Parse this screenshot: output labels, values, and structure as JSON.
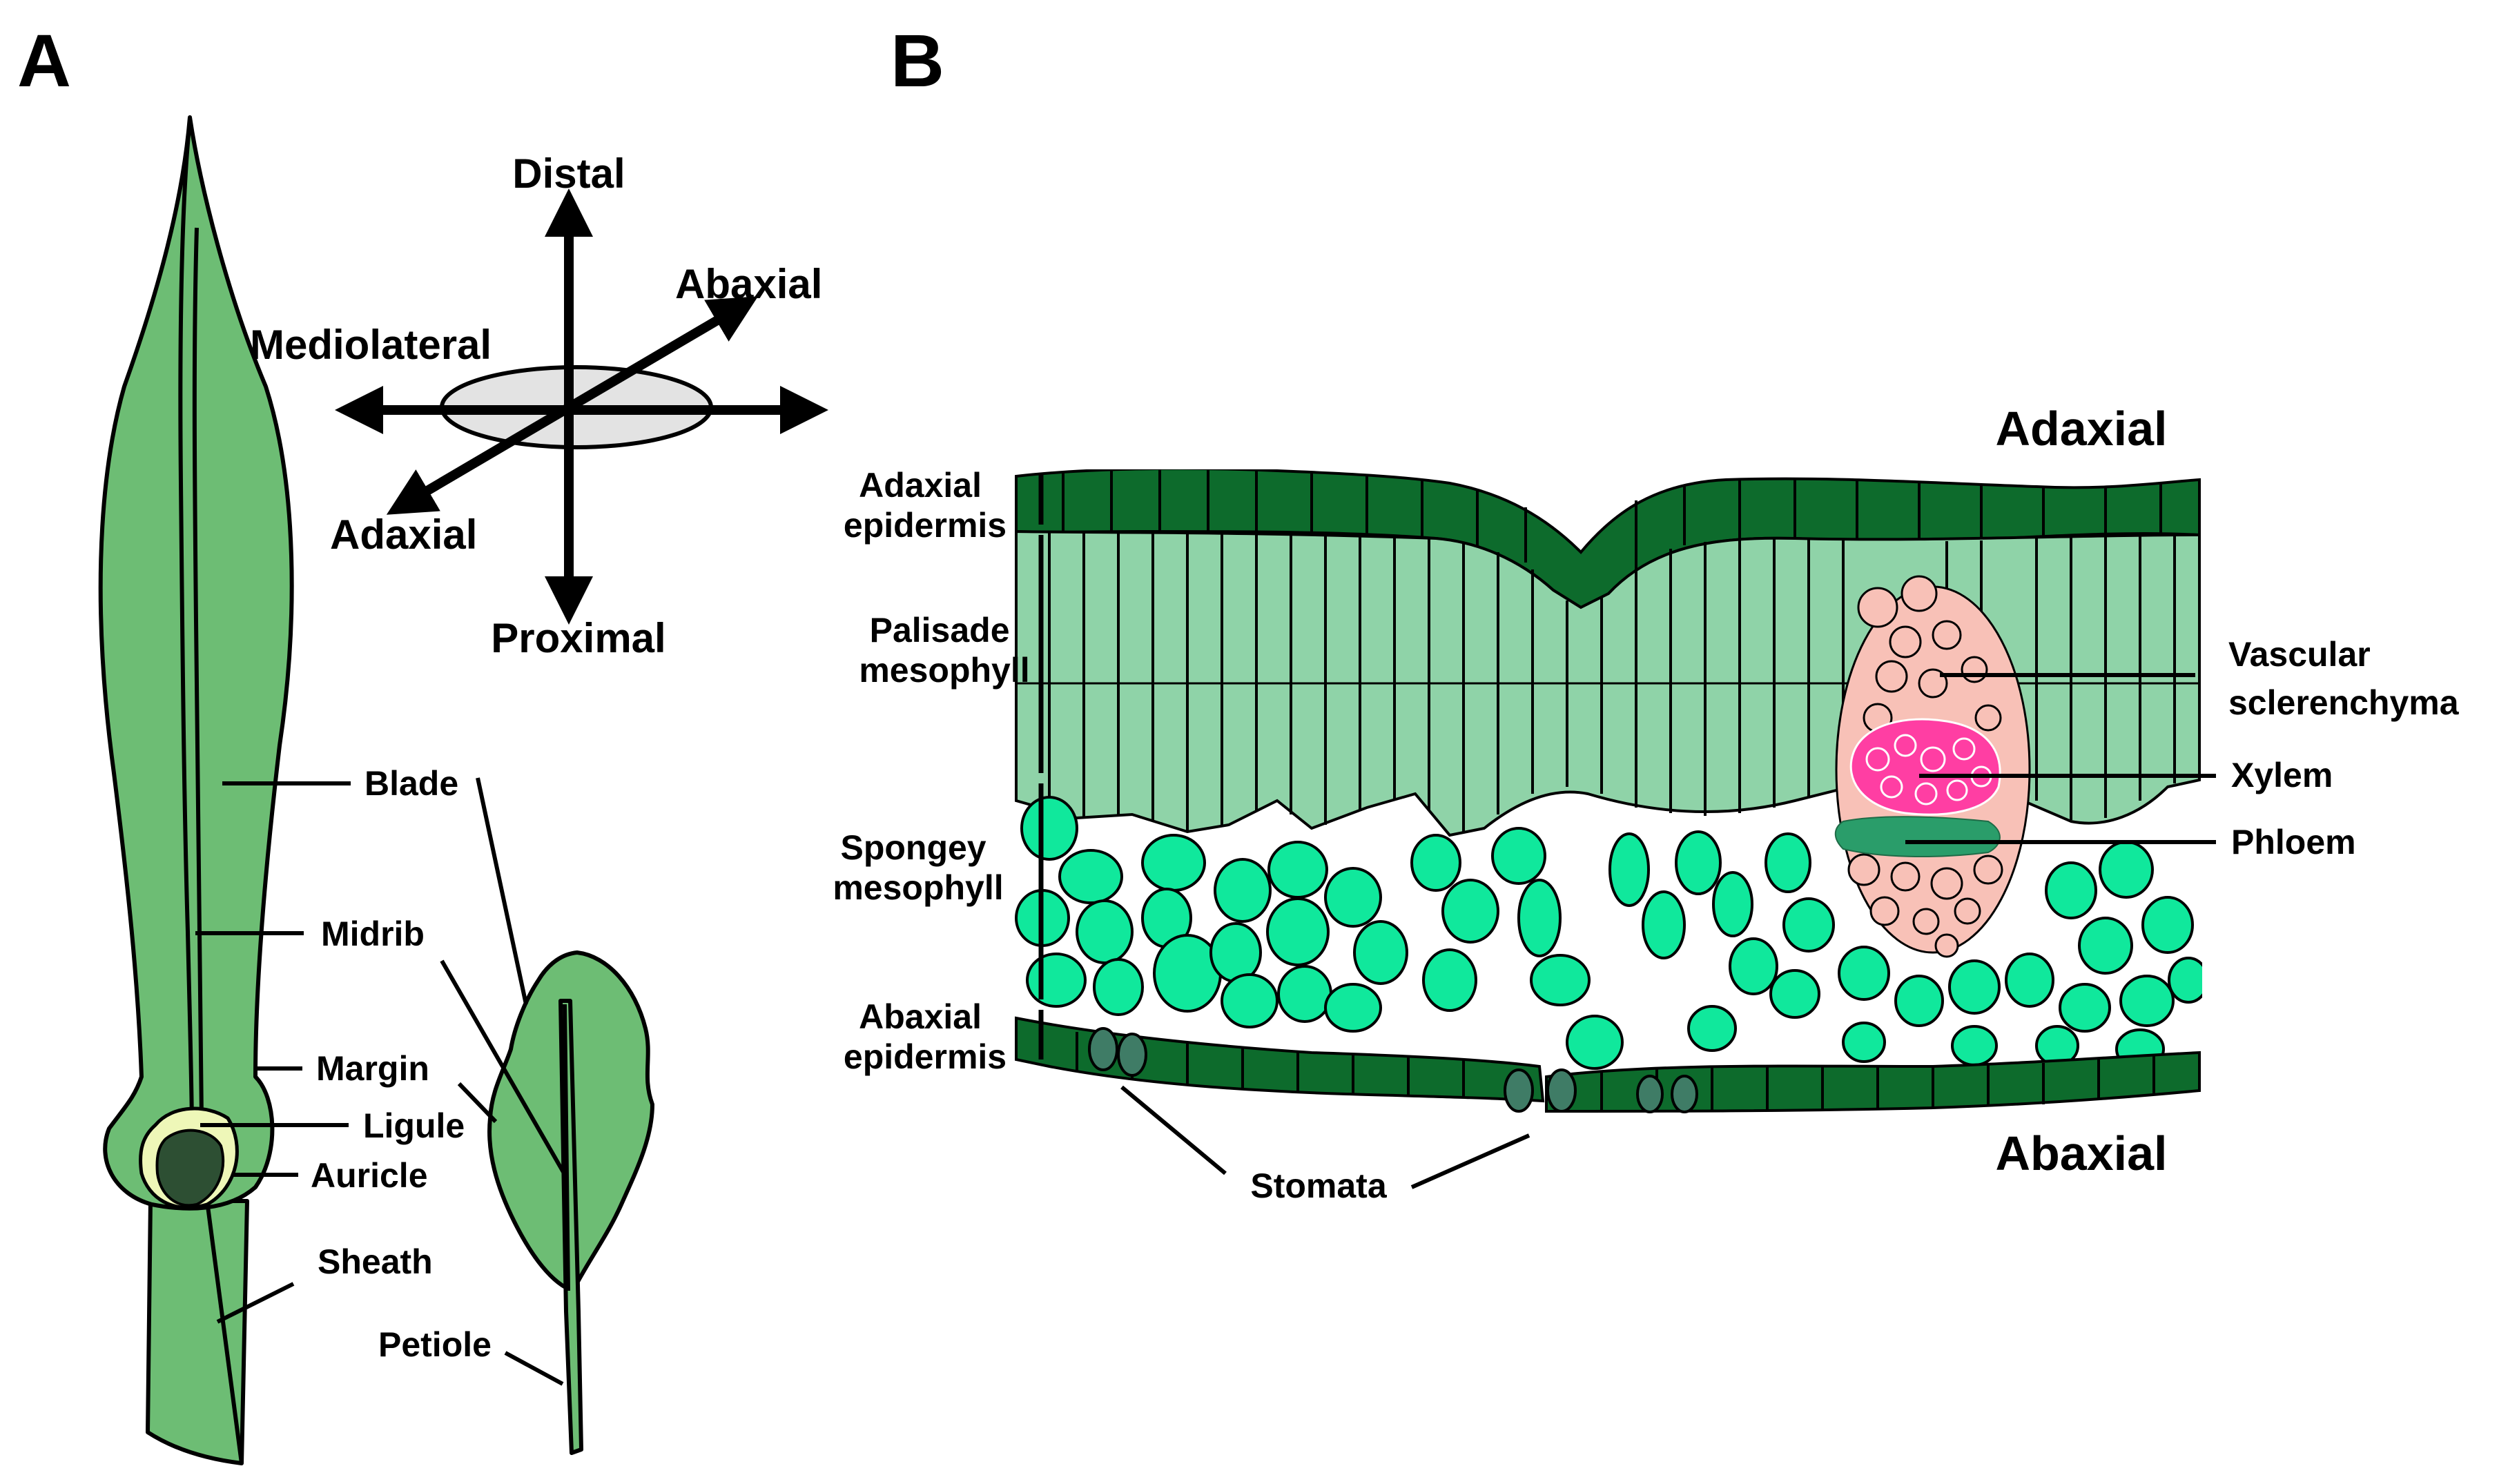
{
  "panels": {
    "a": "A",
    "b": "B"
  },
  "panel_a": {
    "axes": {
      "distal": "Distal",
      "proximal": "Proximal",
      "abaxial": "Abaxial",
      "adaxial": "Adaxial",
      "mediolateral": "Mediolateral"
    },
    "labels": {
      "blade": "Blade",
      "midrib": "Midrib",
      "margin": "Margin",
      "ligule": "Ligule",
      "auricle": "Auricle",
      "sheath": "Sheath",
      "petiole": "Petiole"
    }
  },
  "panel_b": {
    "surface_top": "Adaxial",
    "surface_bottom": "Abaxial",
    "layers": {
      "adaxial_epidermis": [
        "Adaxial",
        "epidermis"
      ],
      "palisade_mesophyll": [
        "Palisade",
        "mesophyll"
      ],
      "spongey_mesophyll": [
        "Spongey",
        "mesophyll"
      ],
      "abaxial_epidermis": [
        "Abaxial",
        "epidermis"
      ]
    },
    "tissues": {
      "vascular_sclerenchyma": [
        "Vascular",
        "sclerenchyma"
      ],
      "xylem": "Xylem",
      "phloem": "Phloem"
    },
    "stomata": "Stomata"
  },
  "colors": {
    "leaf": "#6dbd74",
    "epidermis": "#0d6b2c",
    "palisade": "#8fd3a8",
    "spongey": "#10e89c",
    "sclerenchyma": "#f8c1b7",
    "xylem": "#ff3ea3",
    "phloem": "#2a9d6a",
    "stomata": "#3f7c66",
    "ellipse": "#e3e3e3"
  }
}
